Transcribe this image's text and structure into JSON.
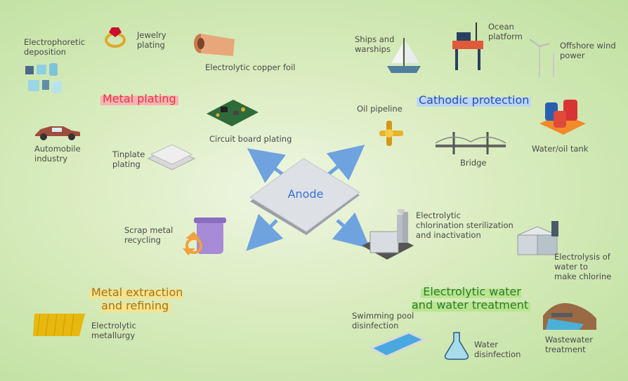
{
  "center": {
    "label": "Anode"
  },
  "groups": {
    "metal_plating": {
      "title": "Metal plating",
      "color": "#e8383d",
      "highlight": "#f6b3b4"
    },
    "cathodic_protection": {
      "title": "Cathodic protection",
      "color": "#2a4fb0",
      "highlight": "#bcd6f2"
    },
    "metal_extraction": {
      "title": "Metal extraction\nand refining",
      "color": "#a0741e",
      "highlight": "#f7e38e"
    },
    "water_treatment": {
      "title": "Electrolytic water\nand water treatment",
      "color": "#2d7a2d",
      "highlight": "#b9e58f"
    }
  },
  "items": {
    "electrophoretic": "Electrophoretic\ndeposition",
    "jewelry": "Jewelry\nplating",
    "copper_foil": "Electrolytic copper foil",
    "automobile": "Automobile\nindustry",
    "circuit_board": "Circuit board plating",
    "tinplate": "Tinplate\nplating",
    "scrap_metal": "Scrap metal\nrecycling",
    "metallurgy": "Electrolytic\nmetallurgy",
    "ships": "Ships and\nwarships",
    "ocean": "Ocean\nplatform",
    "offshore_wind": "Offshore wind\npower",
    "oil_pipeline": "Oil pipeline",
    "bridge": "Bridge",
    "water_tank": "Water/oil tank",
    "chlorination": "Electrolytic\nchlorination sterilization\nand inactivation",
    "chlorine": "Electrolysis of\nwater to\nmake chlorine",
    "swimming_pool": "Swimming pool\ndisinfection",
    "water_disinfection": "Water\ndisinfection",
    "wastewater": "Wastewater\ntreatment"
  },
  "colors": {
    "arrow": "#6fa3df",
    "plate_top": "#d9dde2",
    "plate_edge": "#9aa0a8"
  }
}
